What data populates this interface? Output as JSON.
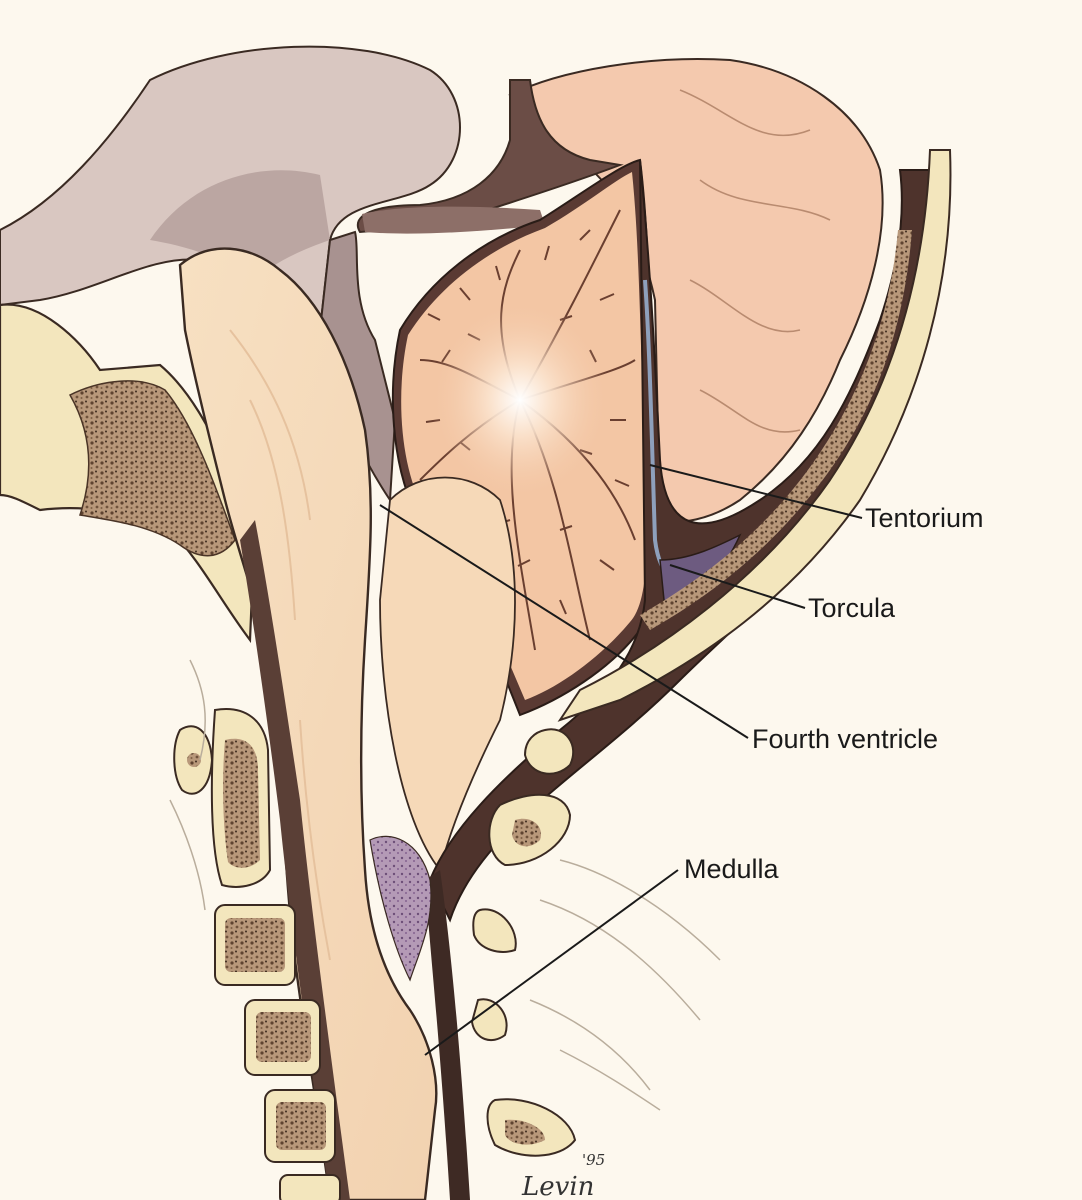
{
  "labels": {
    "tentorium": "Tentorium",
    "torcula": "Torcula",
    "fourth_ventricle": "Fourth ventricle",
    "medulla": "Medulla"
  },
  "signature": {
    "name": "Levin",
    "year": "'95"
  },
  "colors": {
    "background": "#fdf8ee",
    "brain_tissue": "#f6d9b8",
    "cerebellum": "#f3c6a4",
    "dura_dark": "#5a3a33",
    "csf_gray": "#a89290",
    "bone_cortex": "#f3e6bd",
    "bone_marrow": "#9c7a5e",
    "occipital_lobe": "#f4c9ae"
  }
}
